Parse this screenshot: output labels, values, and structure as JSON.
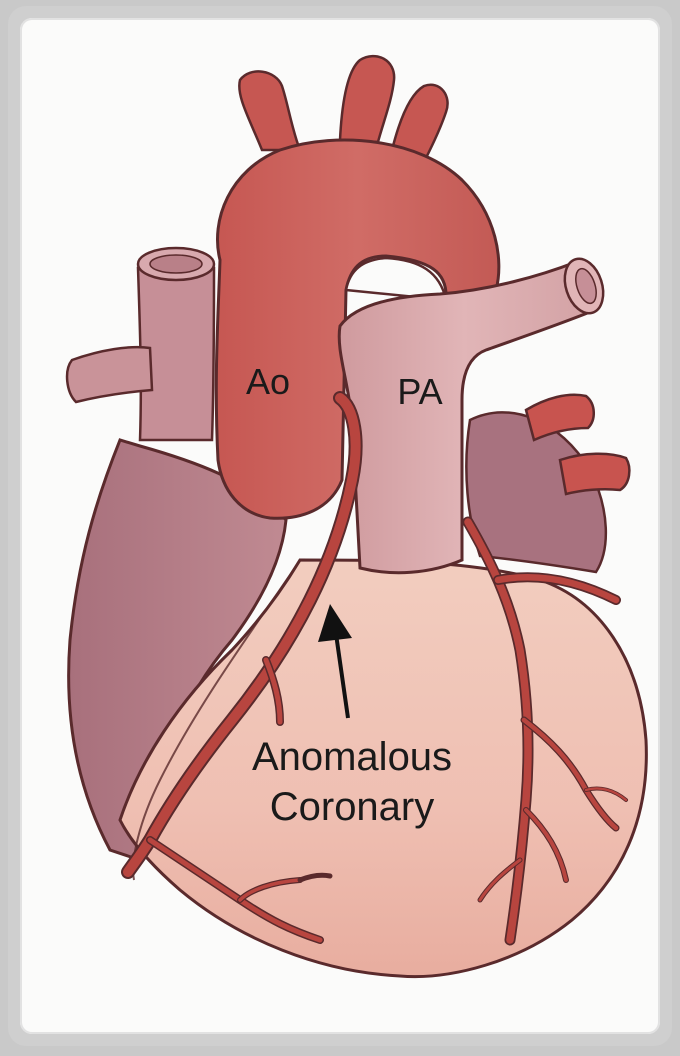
{
  "labels": {
    "aorta": "Ao",
    "pulmonary_artery": "PA",
    "callout_line1": "Anomalous",
    "callout_line2": "Coronary"
  },
  "colors": {
    "aorta": "#cc625c",
    "pulmonary_artery": "#d9a3a6",
    "ventricle": "#f1c4b8",
    "atrium": "#b77a84",
    "coronary": "#b8453f",
    "outline": "#5a2a2c"
  },
  "icons": {
    "callout_arrow": "arrow-up-icon"
  }
}
